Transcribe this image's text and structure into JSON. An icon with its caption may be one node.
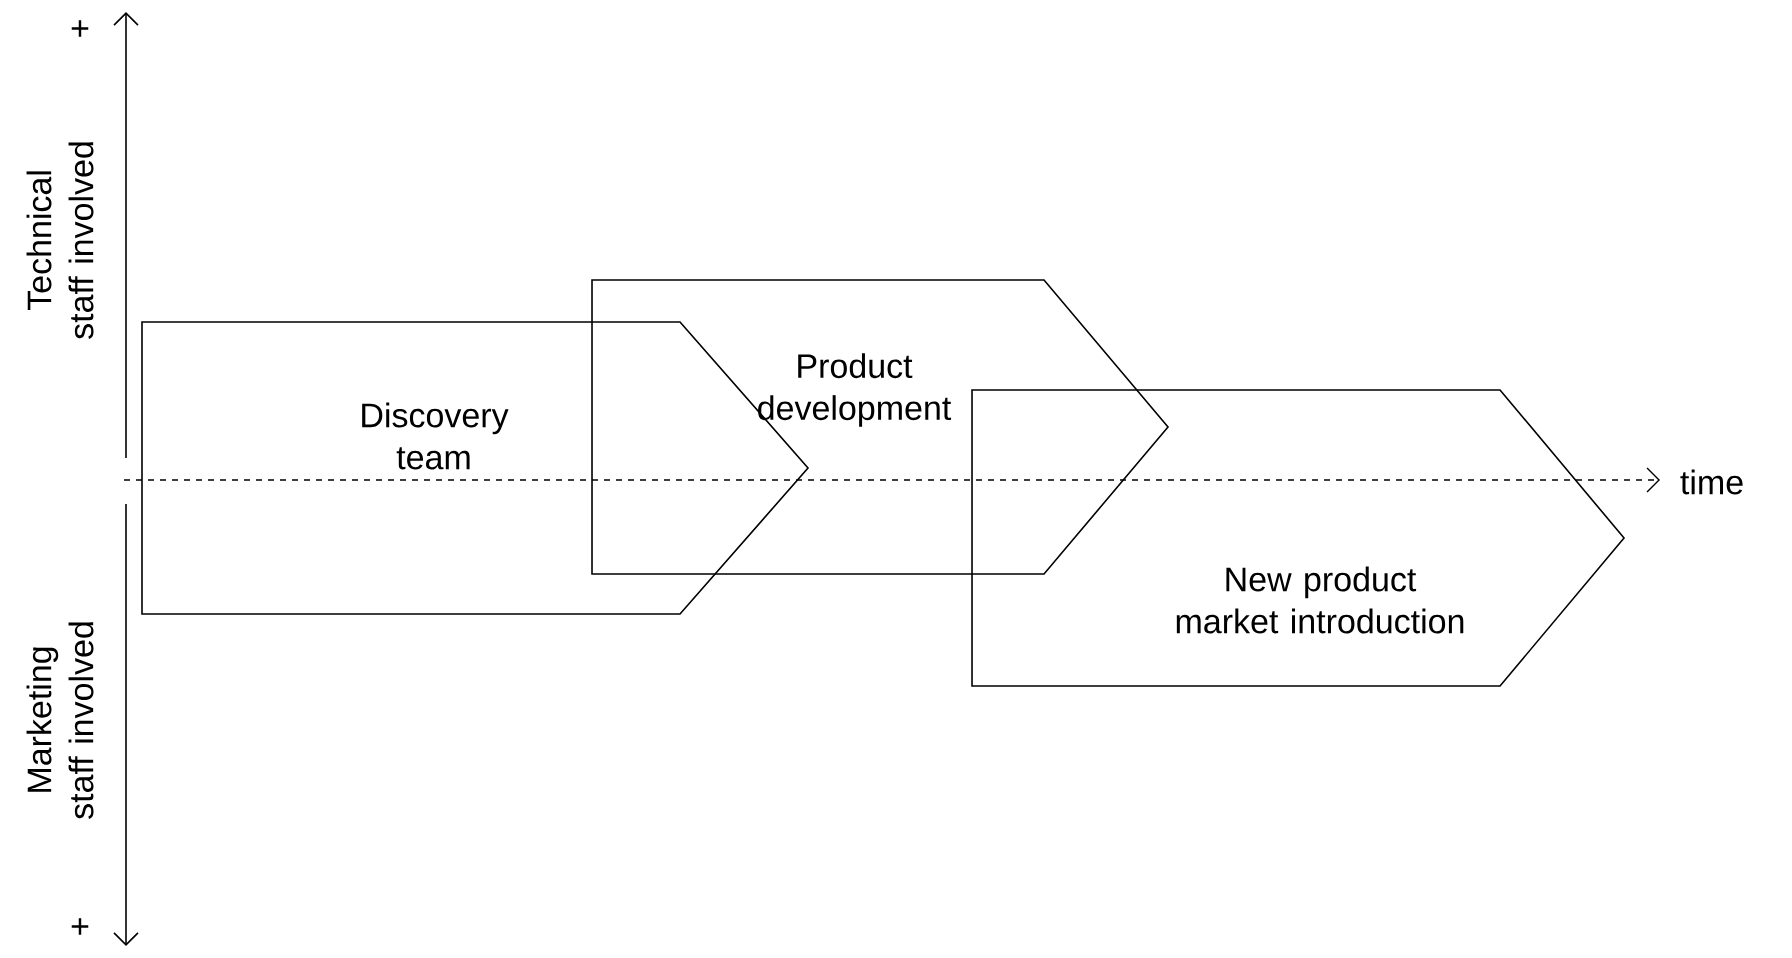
{
  "diagram": {
    "nodes": [
      {
        "text": [
          "Discovery team"
        ]
      },
      {
        "text": [
          "Product development"
        ]
      },
      {
        "text": [
          "New product market introduction"
        ]
      }
    ],
    "labels": [
      "+",
      "Technical staff involved",
      "Marketing staff involved",
      "+",
      "time"
    ]
  }
}
